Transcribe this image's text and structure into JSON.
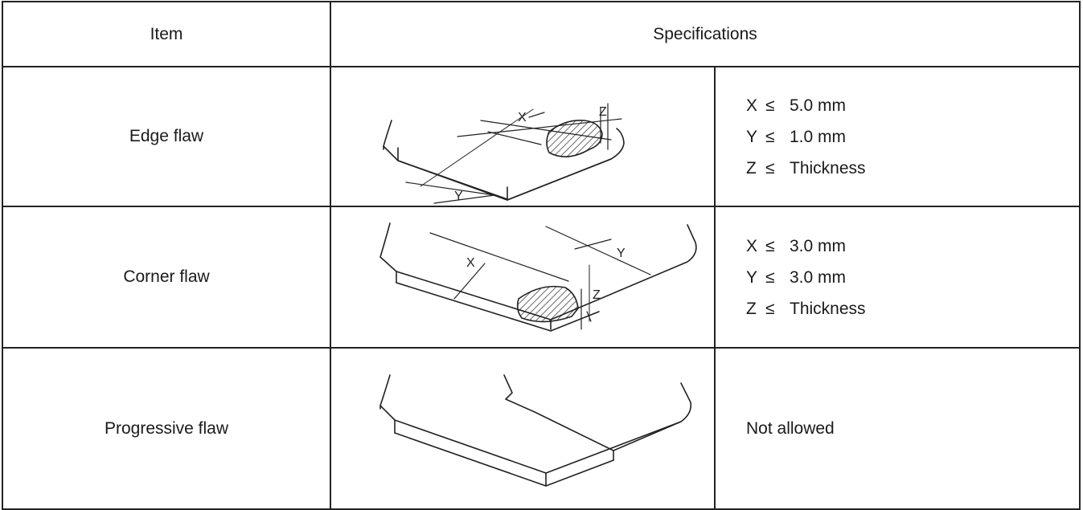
{
  "header": {
    "item": "Item",
    "specifications": "Specifications"
  },
  "rows": [
    {
      "item": "Edge flaw",
      "figure": {
        "labels": [
          "X",
          "Y",
          "Z"
        ]
      },
      "limits": [
        {
          "var": "X",
          "op": "≤",
          "value": "5.0 mm"
        },
        {
          "var": "Y",
          "op": "≤",
          "value": "1.0 mm"
        },
        {
          "var": "Z",
          "op": "≤",
          "value": "Thickness"
        }
      ]
    },
    {
      "item": "Corner flaw",
      "figure": {
        "labels": [
          "X",
          "Y",
          "Z"
        ]
      },
      "limits": [
        {
          "var": "X",
          "op": "≤",
          "value": "3.0 mm"
        },
        {
          "var": "Y",
          "op": "≤",
          "value": "3.0 mm"
        },
        {
          "var": "Z",
          "op": "≤",
          "value": "Thickness"
        }
      ]
    },
    {
      "item": "Progressive flaw",
      "spec": "Not allowed"
    }
  ]
}
